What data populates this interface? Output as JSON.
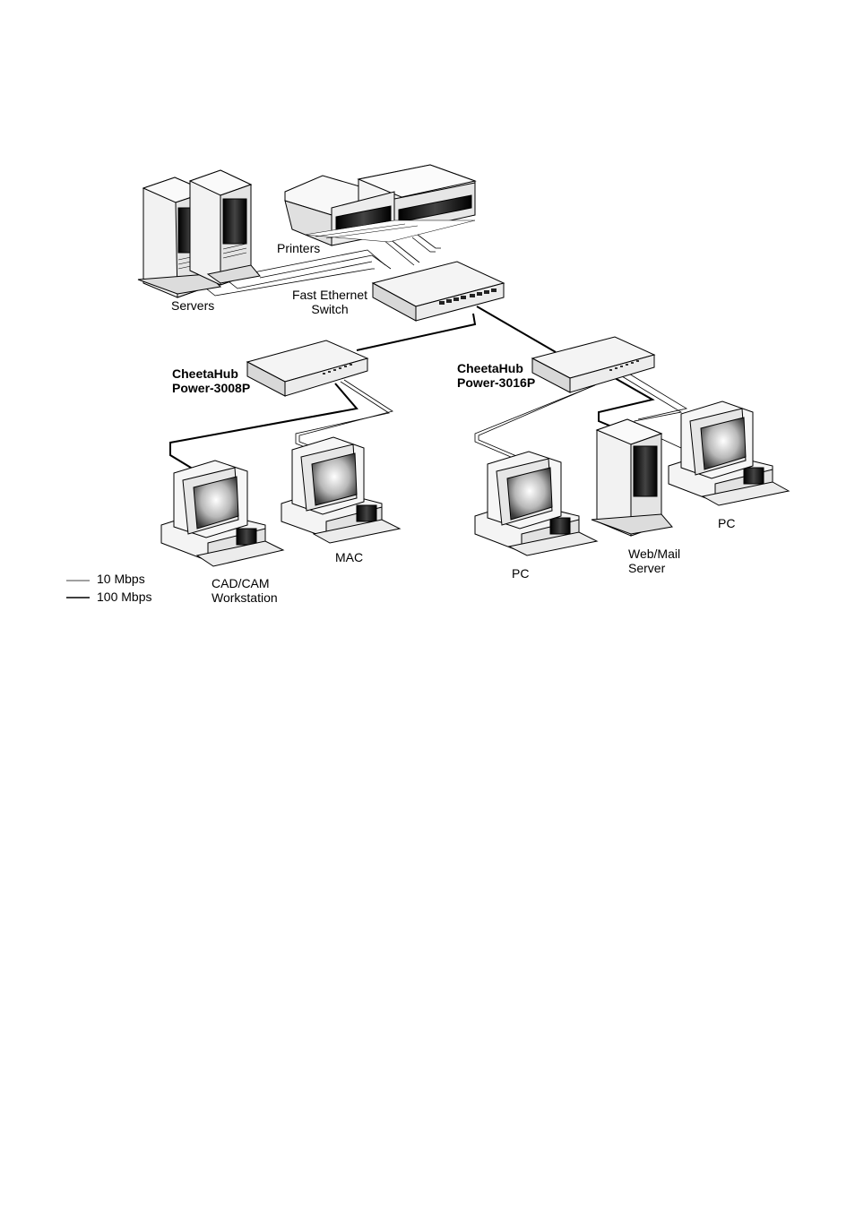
{
  "devices": {
    "servers": {
      "label": "Servers"
    },
    "printers": {
      "label": "Printers"
    },
    "switch": {
      "label_line1": "Fast Ethernet",
      "label_line2": "Switch"
    },
    "hub_3008": {
      "label_line1": "CheetaHub",
      "label_line2": "Power-3008P"
    },
    "hub_3016": {
      "label_line1": "CheetaHub",
      "label_line2": "Power-3016P"
    },
    "cad_workstation": {
      "label_line1": "CAD/CAM",
      "label_line2": "Workstation"
    },
    "mac": {
      "label": "MAC"
    },
    "pc_left": {
      "label": "PC"
    },
    "web_mail_server": {
      "label_line1": "Web/Mail",
      "label_line2": "Server"
    },
    "pc_right": {
      "label": "PC"
    }
  },
  "legend": {
    "ten_mbps": "10 Mbps",
    "hundred_mbps": "100 Mbps"
  },
  "colors": {
    "device_fill": "#f2f2f2",
    "device_side": "#d6d6d6",
    "device_dark": "#1a1a1a",
    "line_thin": "#000000",
    "line_thick": "#000000"
  }
}
